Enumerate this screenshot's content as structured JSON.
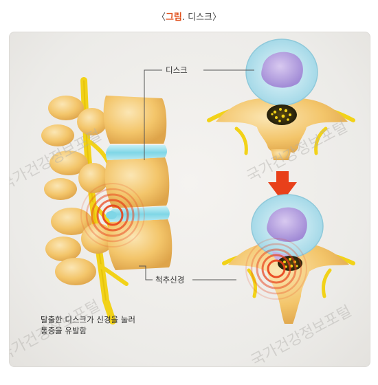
{
  "title": {
    "open_bracket": "〈",
    "accent": "그림",
    "rest": ". 디스크",
    "close_bracket": "〉"
  },
  "labels": {
    "disc": "디스크",
    "spinal_nerve": "척추신경"
  },
  "caption": {
    "line1": "탈출한 디스크가 신경을 눌러",
    "line2": "통증을 유발함"
  },
  "watermark": "국가건강정보포털",
  "colors": {
    "title_accent": "#e0501c",
    "arrow": "#e8401a",
    "bone": "#f3c56a",
    "nerve": "#f2d218",
    "disc": "#8fdbe8",
    "nucleus": "#b39ddb"
  }
}
